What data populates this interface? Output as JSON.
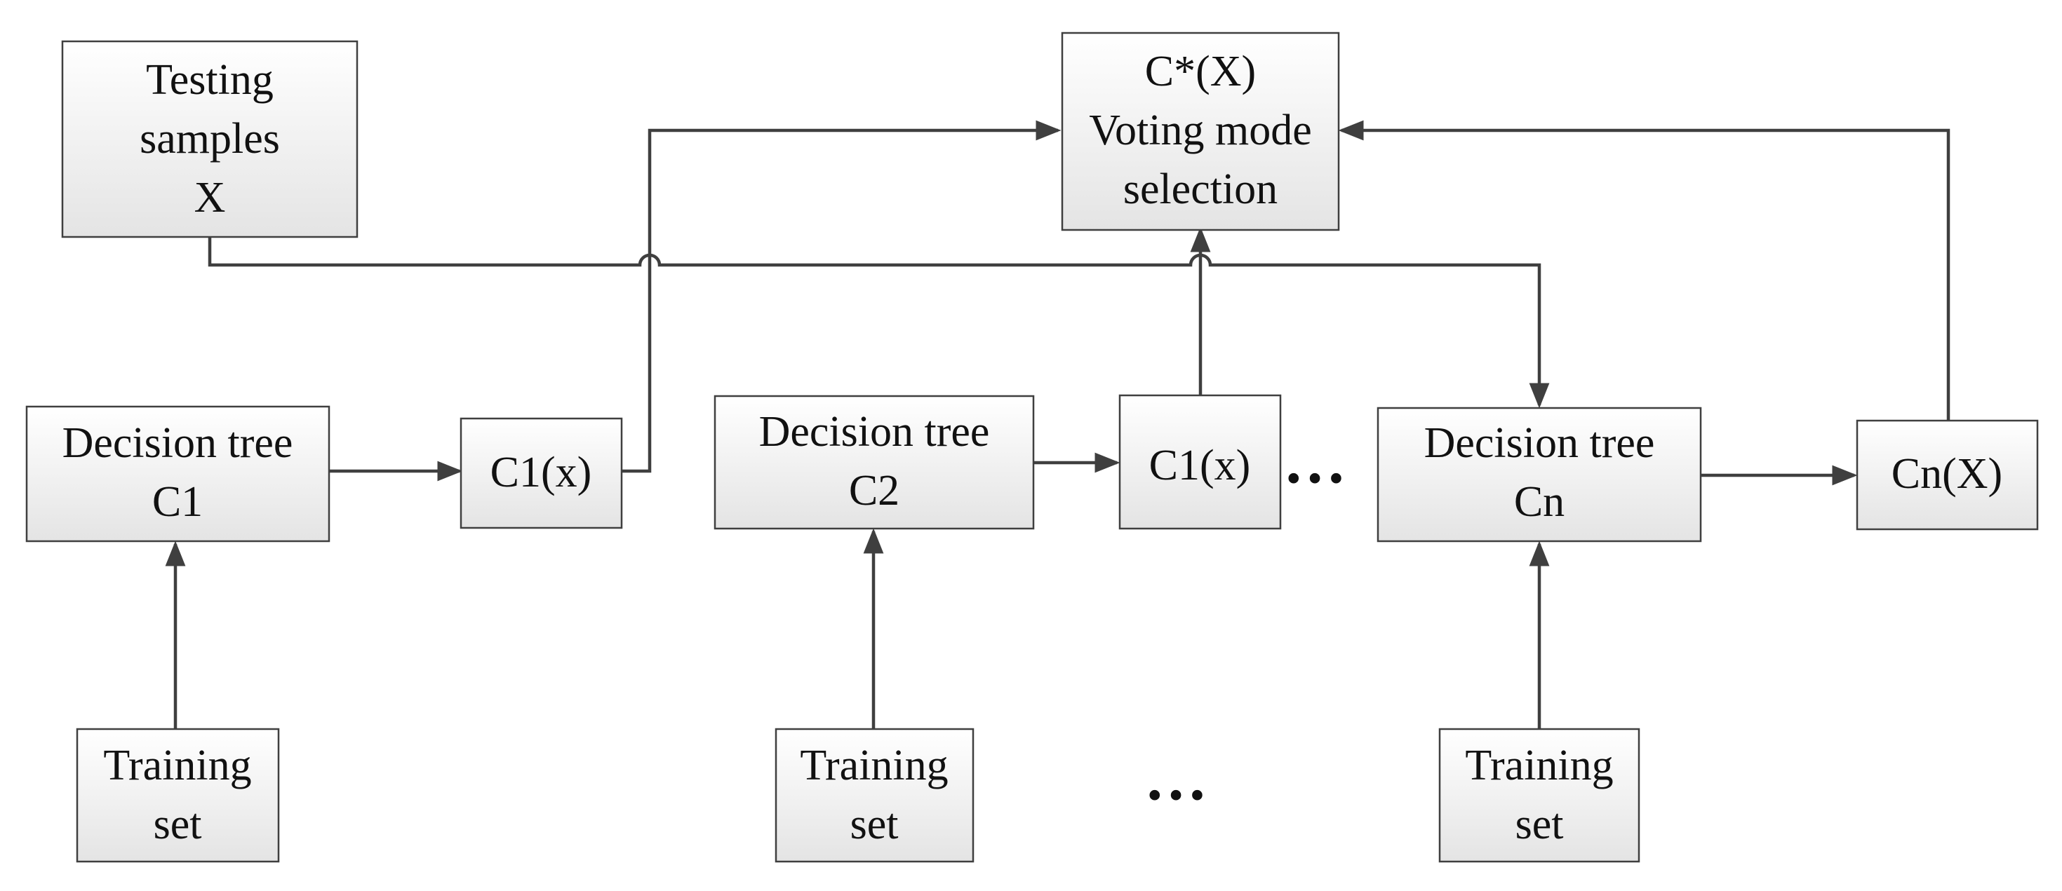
{
  "testing_samples": [
    "Testing",
    "samples",
    "X"
  ],
  "voting": [
    "C*(X)",
    "Voting mode",
    "selection"
  ],
  "tree_1": [
    "Decision tree",
    "C1"
  ],
  "tree_2": [
    "Decision tree",
    "C2"
  ],
  "tree_n": [
    "Decision tree",
    "Cn"
  ],
  "output_1": "C1(x)",
  "output_2": "C1(x)",
  "output_n": "Cn(X)",
  "training_1": [
    "Training",
    "set"
  ],
  "training_2": [
    "Training",
    "set"
  ],
  "training_n": [
    "Training",
    "set"
  ],
  "ellipsis_middle": "…",
  "ellipsis_bottom": "…",
  "colors": {
    "stroke": "#3f3f3f",
    "box_fill_top": "#ffffff",
    "box_fill_bottom": "#e6e6e6",
    "text": "#111111"
  }
}
